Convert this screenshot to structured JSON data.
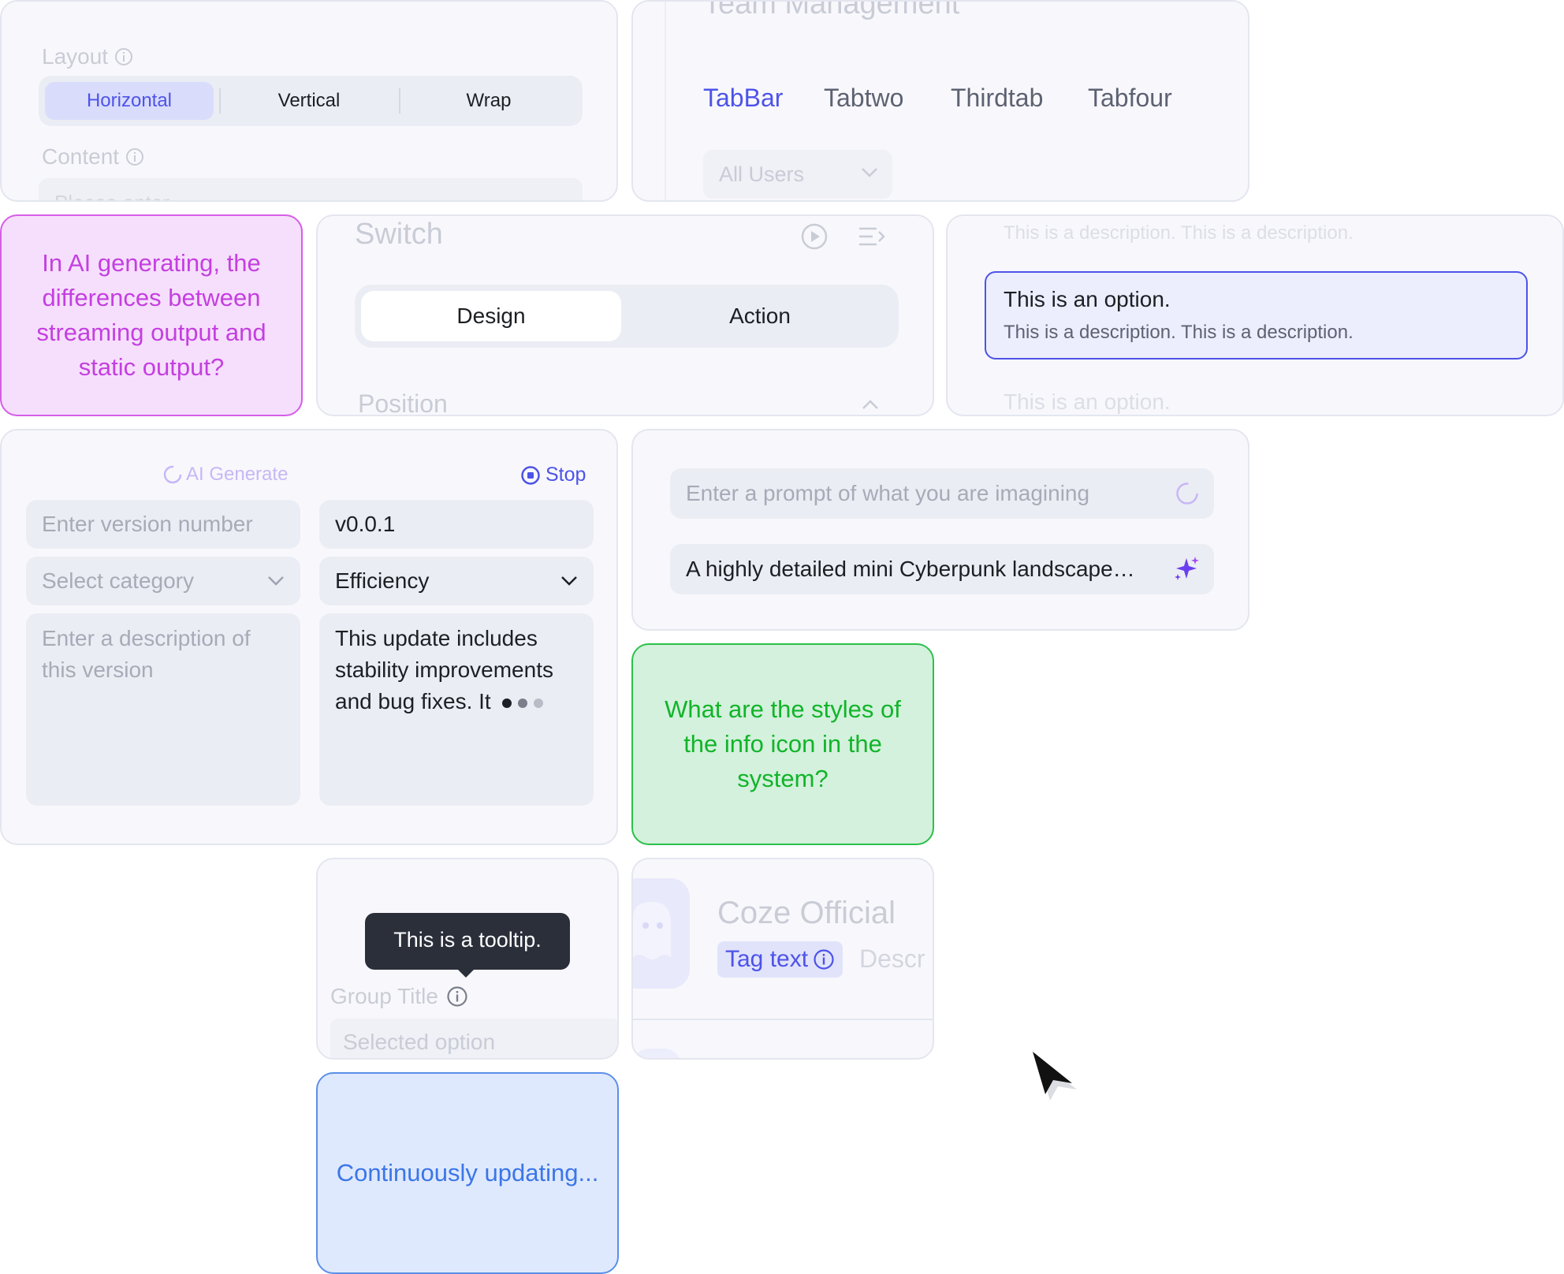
{
  "layout_card": {
    "layout_label": "Layout",
    "segments": [
      "Horizontal",
      "Vertical",
      "Wrap"
    ],
    "content_label": "Content",
    "content_placeholder": "Please enter"
  },
  "team_card": {
    "title": "Team Management",
    "tabs": [
      "TabBar",
      "Tabtwo",
      "Thirdtab",
      "Tabfour"
    ],
    "filter_value": "All Users"
  },
  "question_pink": "In AI generating, the differences between streaming output and static output?",
  "switch_card": {
    "title": "Switch",
    "options": [
      "Design",
      "Action"
    ],
    "position_label": "Position"
  },
  "option_card": {
    "top_description": "This is a description. This is a description.",
    "selected_title": "This is an option.",
    "selected_description": "This is a description. This is a description.",
    "next_option": "This is an option."
  },
  "version_form": {
    "ai_generate_label": "AI Generate",
    "stop_label": "Stop",
    "version_placeholder": "Enter version number",
    "version_value": "v0.0.1",
    "category_placeholder": "Select category",
    "category_value": "Efficiency",
    "description_placeholder": "Enter a description of this version",
    "description_value": "This update includes stability improvements and bug fixes. It"
  },
  "prompt_card": {
    "prompt_placeholder": "Enter a prompt of what you are imagining",
    "prompt_value": "A highly detailed mini Cyberpunk landscape…"
  },
  "question_green": "What are the styles of the info icon in the system?",
  "tooltip_card": {
    "tooltip_text": "This is a tooltip.",
    "group_title": "Group Title",
    "selected_option": "Selected option"
  },
  "bot_card": {
    "name": "Coze Official",
    "tag_text": "Tag text",
    "description": "Descr"
  },
  "status_bubble": "Continuously updating...",
  "colors": {
    "accent": "#4d53e8",
    "pink": "#c43fe0",
    "green": "#12b42a",
    "blue": "#3b76e8"
  }
}
